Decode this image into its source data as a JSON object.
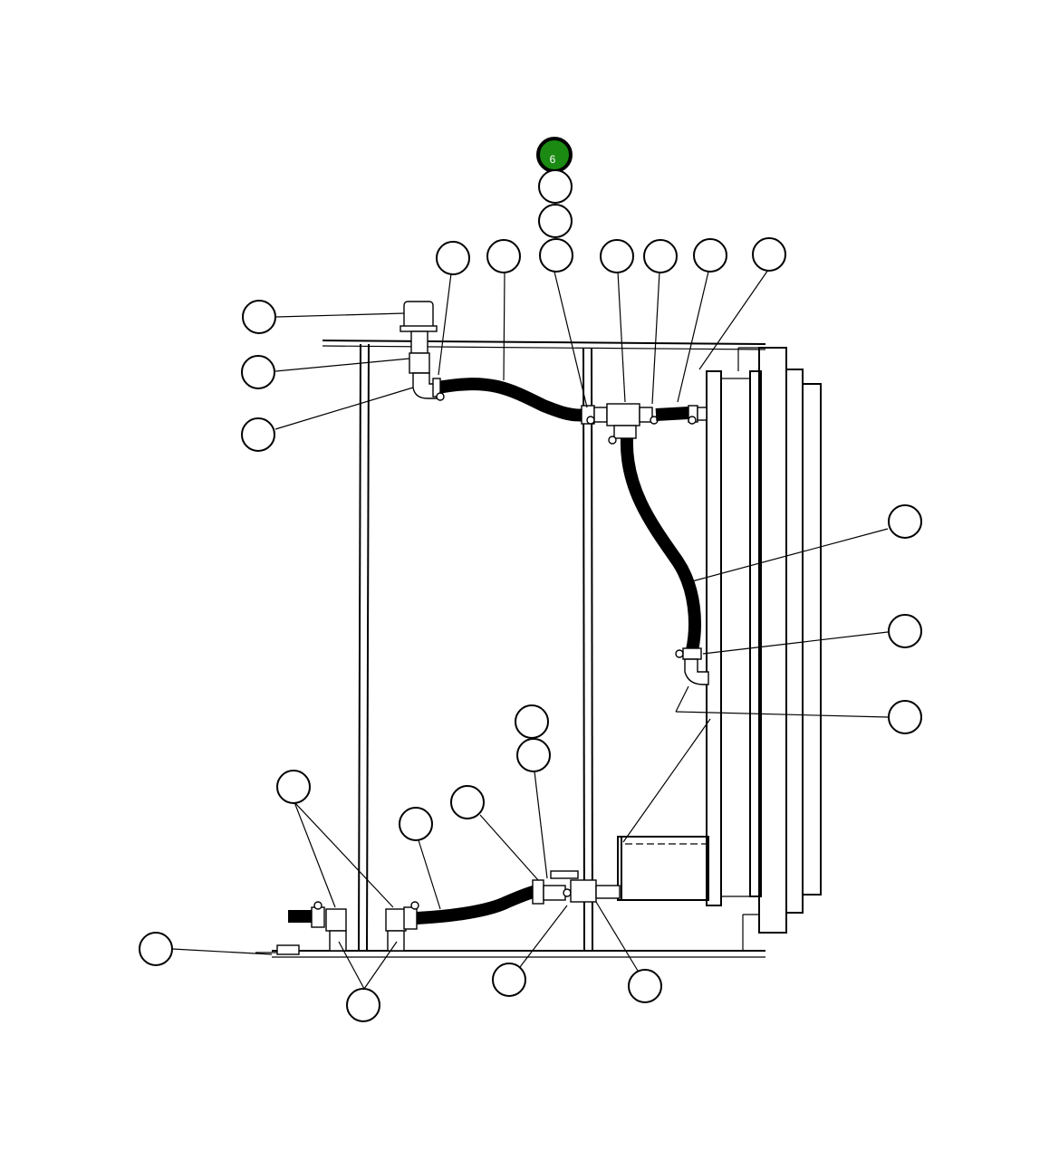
{
  "diagram": {
    "colors": {
      "line": "#000000",
      "highlight": "#1a8a12",
      "background": "#ffffff"
    },
    "callouts": [
      {
        "id": "c1",
        "label": "6",
        "active": true
      },
      {
        "id": "c2",
        "label": "",
        "active": false
      },
      {
        "id": "c3",
        "label": "",
        "active": false
      },
      {
        "id": "c4",
        "label": "",
        "active": false
      },
      {
        "id": "c5",
        "label": "",
        "active": false
      },
      {
        "id": "c6",
        "label": "",
        "active": false
      },
      {
        "id": "c7",
        "label": "",
        "active": false
      },
      {
        "id": "c8",
        "label": "",
        "active": false
      },
      {
        "id": "c9",
        "label": "",
        "active": false
      },
      {
        "id": "c10",
        "label": "",
        "active": false
      },
      {
        "id": "c11",
        "label": "",
        "active": false
      },
      {
        "id": "c12",
        "label": "",
        "active": false
      },
      {
        "id": "c13",
        "label": "",
        "active": false
      },
      {
        "id": "c14",
        "label": "",
        "active": false
      },
      {
        "id": "c15",
        "label": "",
        "active": false
      },
      {
        "id": "c16",
        "label": "",
        "active": false
      },
      {
        "id": "c17",
        "label": "",
        "active": false
      },
      {
        "id": "c18",
        "label": "",
        "active": false
      },
      {
        "id": "c19",
        "label": "",
        "active": false
      },
      {
        "id": "c20",
        "label": "",
        "active": false
      },
      {
        "id": "c21",
        "label": "",
        "active": false
      },
      {
        "id": "c22",
        "label": "",
        "active": false
      },
      {
        "id": "c23",
        "label": "",
        "active": false
      },
      {
        "id": "c24",
        "label": "",
        "active": false
      },
      {
        "id": "c25",
        "label": "",
        "active": false
      },
      {
        "id": "c26",
        "label": "",
        "active": false
      }
    ]
  }
}
